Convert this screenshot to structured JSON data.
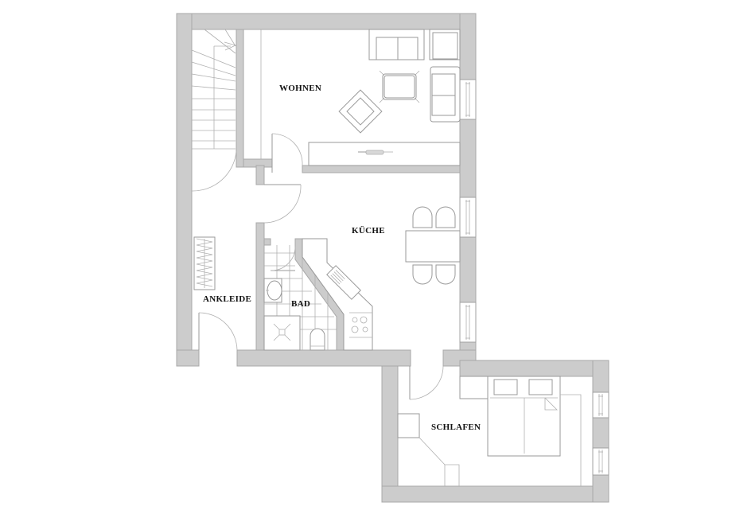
{
  "floorplan": {
    "rooms": [
      {
        "id": "wohnen",
        "label": "WOHNEN"
      },
      {
        "id": "kueche",
        "label": "KÜCHE"
      },
      {
        "id": "ankleide",
        "label": "ANKLEIDE"
      },
      {
        "id": "bad",
        "label": "BAD"
      },
      {
        "id": "schlafen",
        "label": "SCHLAFEN"
      }
    ],
    "colors": {
      "wall": "#cccccc",
      "line": "#9a9a9a",
      "background": "#ffffff",
      "text": "#111111"
    }
  }
}
